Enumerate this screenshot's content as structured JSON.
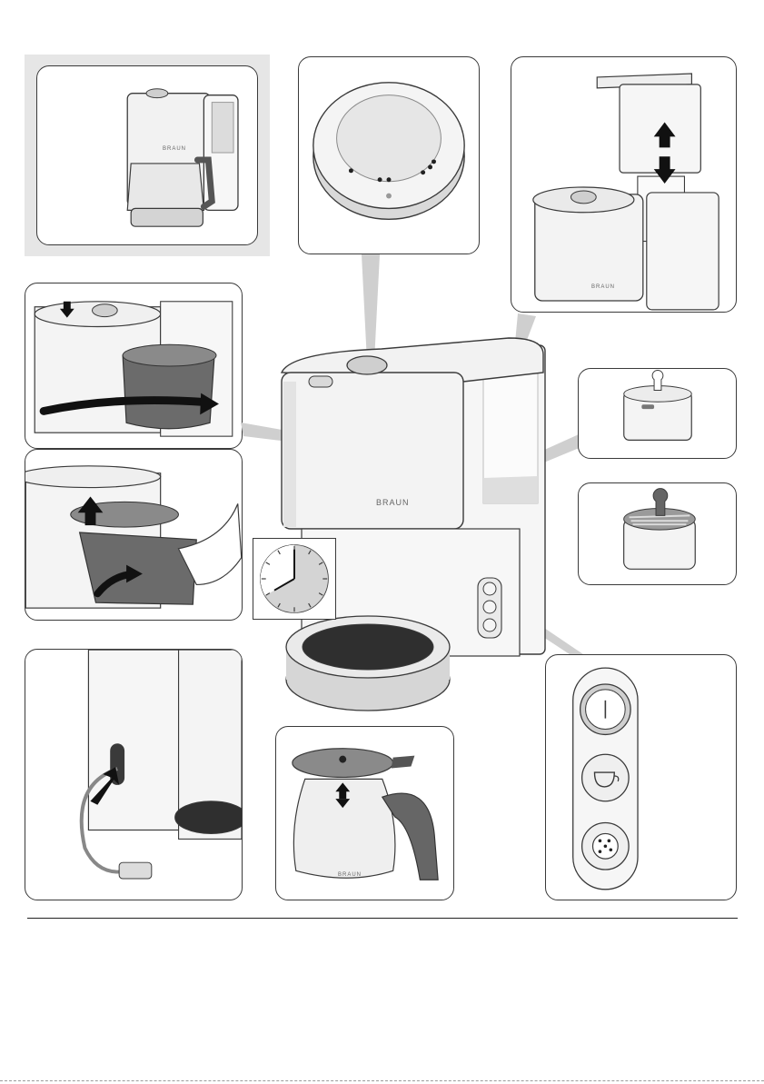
{
  "brand": {
    "logo_text": "BRAUN"
  },
  "colors": {
    "outline": "#3a3a3a",
    "body_light": "#f2f2f2",
    "body_shade": "#d0d0d0",
    "dark_part": "#6b6b6b",
    "arrow": "#111111",
    "plate": "#2f2f2f",
    "frame_gray": "#e6e6e6"
  },
  "clock": {
    "hour_hand": 8,
    "minute_hand": 0
  },
  "icons": [
    "power-icon",
    "cup-icon",
    "aroma-icon",
    "arrow-up-icon",
    "arrow-down-icon",
    "press-arrow-icon",
    "rotate-arrow-icon",
    "plug-icon"
  ]
}
